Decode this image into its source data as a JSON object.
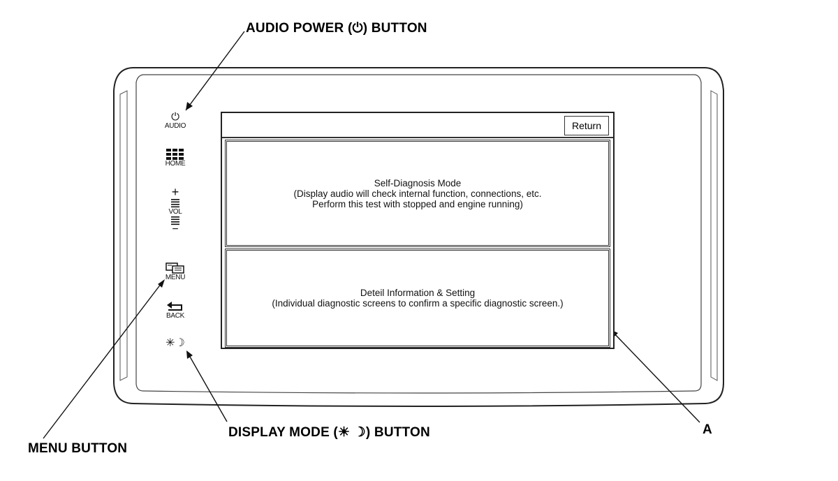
{
  "callouts": {
    "audio_power": "AUDIO POWER (⏻) BUTTON",
    "menu_button": "MENU BUTTON",
    "display_mode": "DISPLAY MODE (☀ ☽) BUTTON",
    "screen_ref": "A"
  },
  "side_buttons": {
    "audio": {
      "icon": "power-icon",
      "glyph": "⏻",
      "label": "AUDIO"
    },
    "home": {
      "icon": "home-grid-icon",
      "label": "HOME"
    },
    "volume": {
      "icon": "volume-icon",
      "plus": "+",
      "label": "VOL",
      "minus": "−"
    },
    "menu": {
      "icon": "menu-icon",
      "label": "MENU"
    },
    "back": {
      "icon": "back-arrow-icon",
      "label": "BACK"
    },
    "display_mode": {
      "icon": "day-night-icon",
      "glyph": "✳☽"
    }
  },
  "screen": {
    "return_label": "Return",
    "self_diagnosis": {
      "title": "Self-Diagnosis Mode",
      "line1": "(Display audio will check internal function, connections, etc.",
      "line2": "Perform this test with stopped and engine running)"
    },
    "detail_info": {
      "title": "Deteil Information & Setting",
      "line1": "(Individual diagnostic screens to confirm a specific diagnostic screen.)"
    }
  }
}
